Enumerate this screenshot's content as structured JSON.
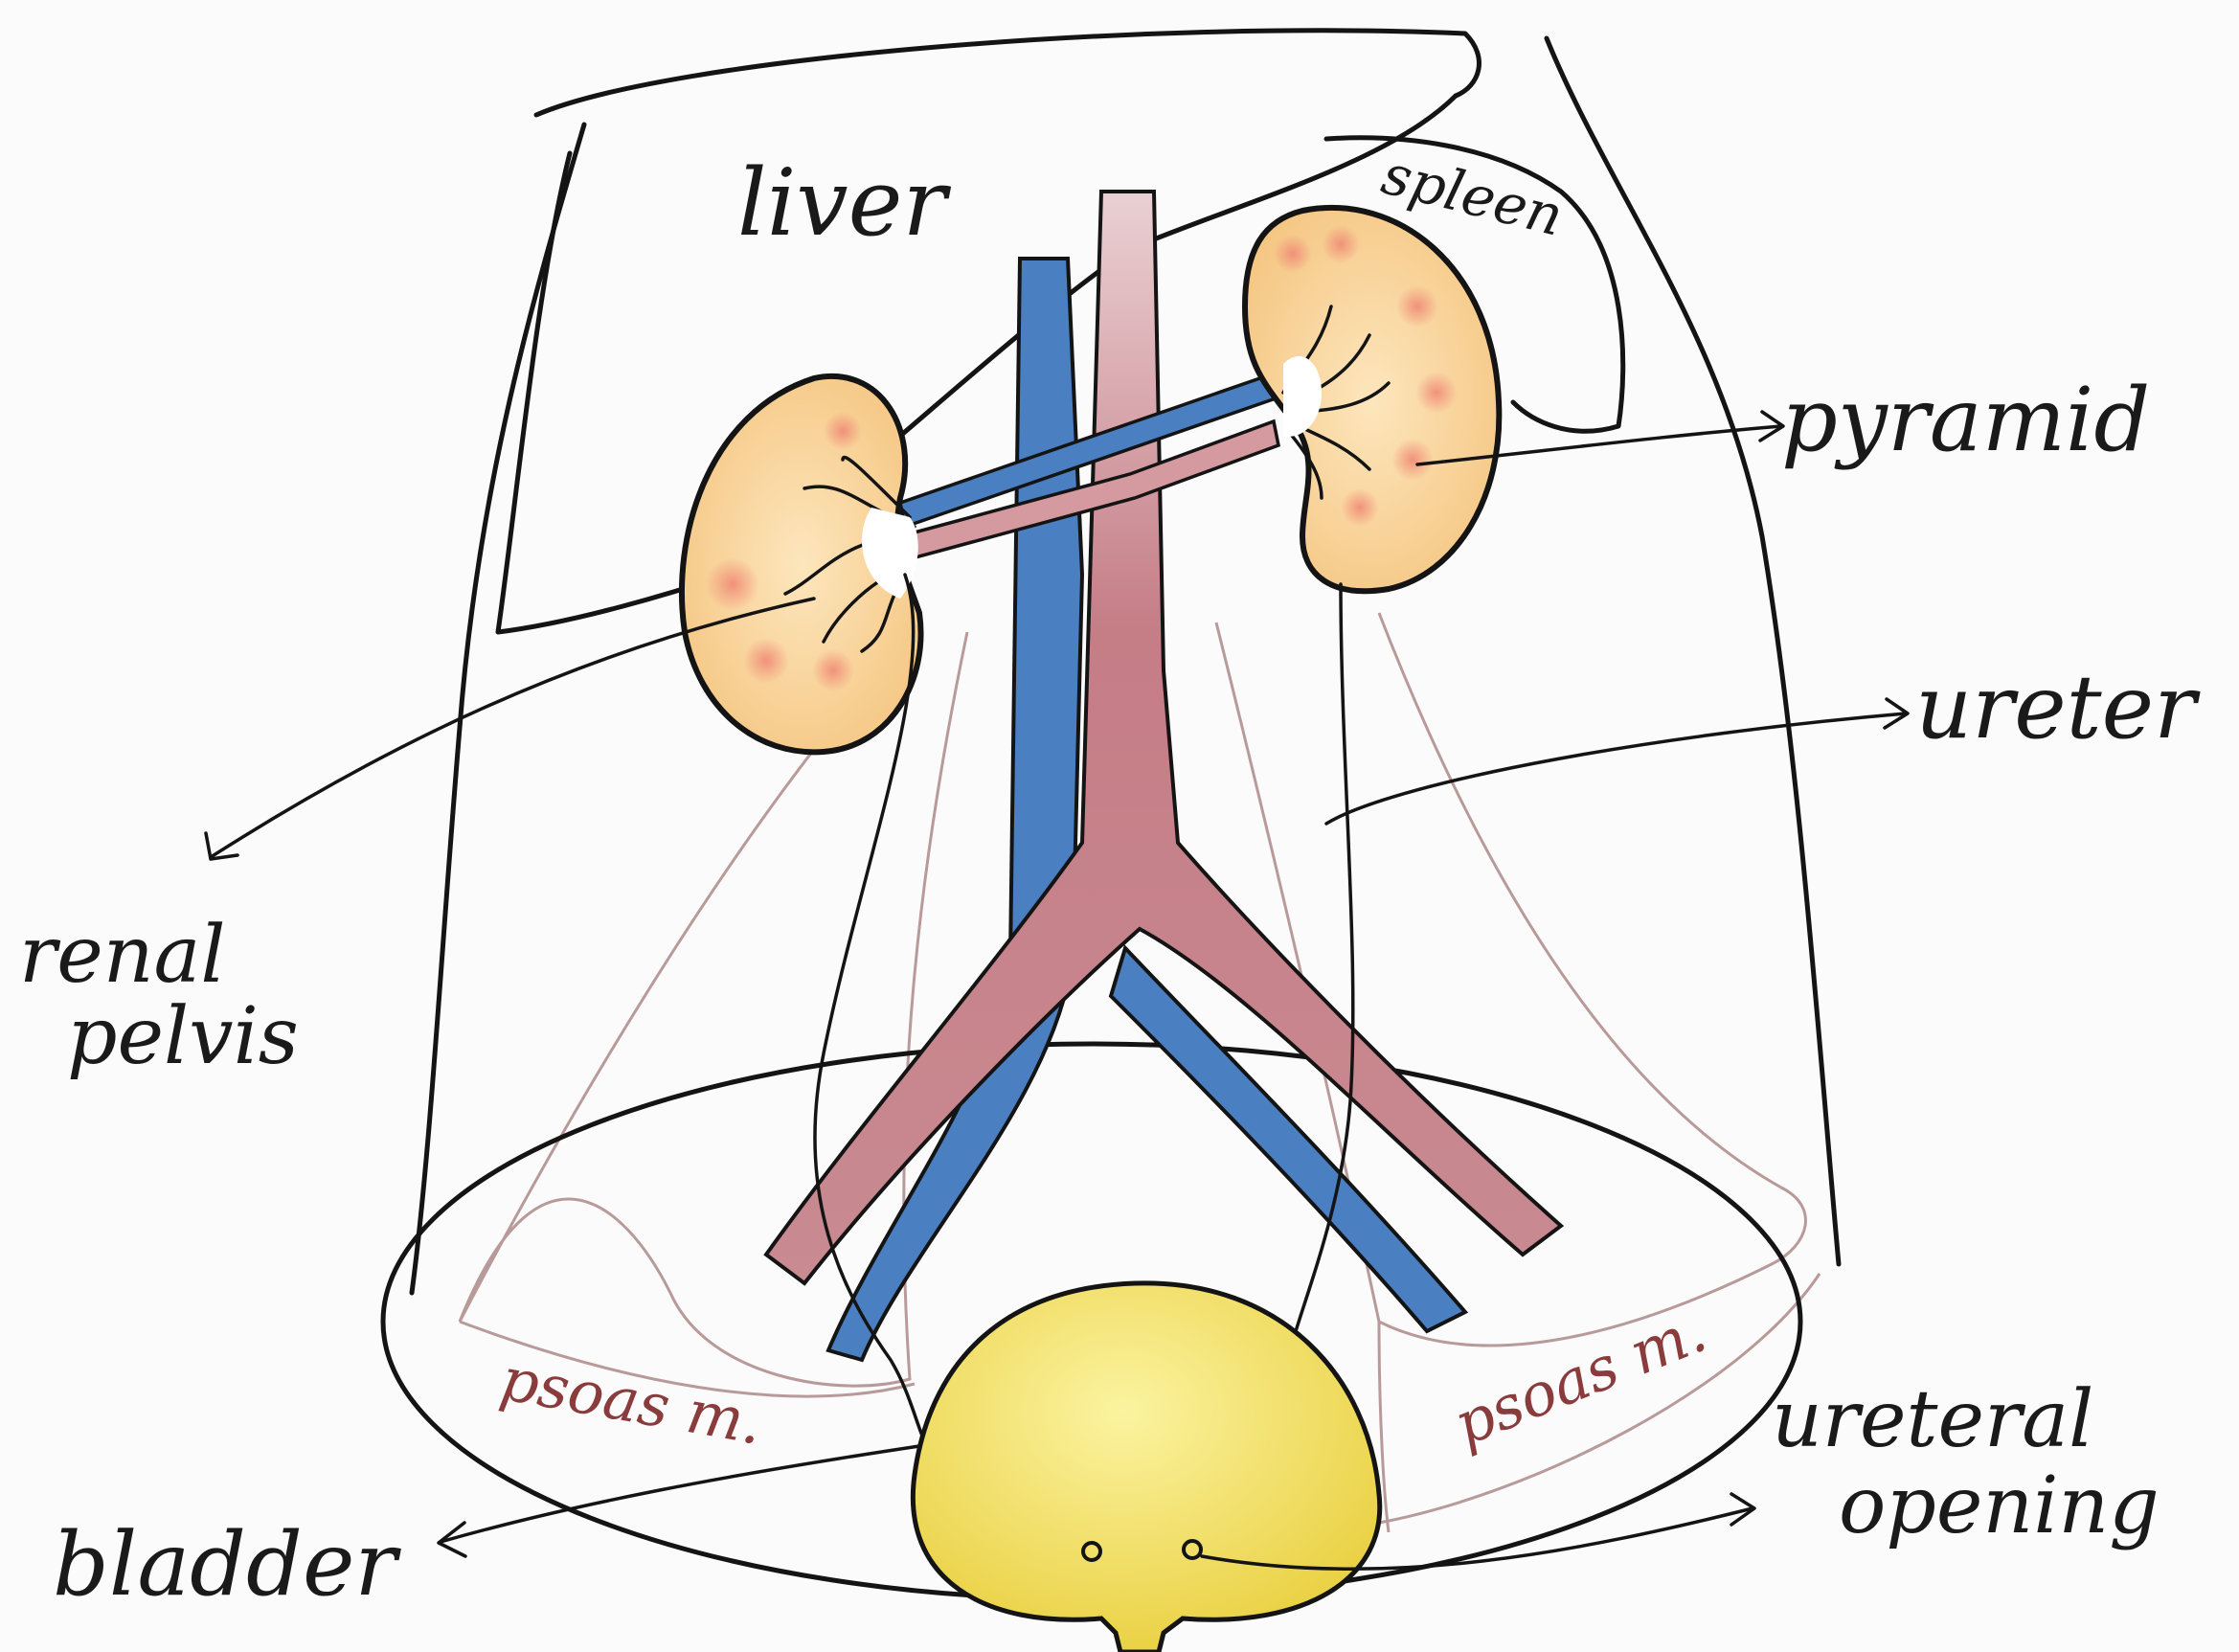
{
  "diagram": {
    "labels": {
      "liver": "liver",
      "spleen": "spleen",
      "pyramid": "pyramid",
      "ureter": "ureter",
      "renal_pelvis_line1": "renal",
      "renal_pelvis_line2": "pelvis",
      "psoas_left": "psoas m.",
      "psoas_right": "psoas m.",
      "bladder": "bladder",
      "ureteral_opening_line1": "ureteral",
      "ureteral_opening_line2": "opening"
    },
    "colors": {
      "ink": "#141414",
      "kidney_fill": "#f7cf93",
      "pyramid_spot": "#f29a86",
      "artery": "#c98a91",
      "vein": "#4a7fc1",
      "bladder": "#f3e06a",
      "psoas_outline": "#b99a9a",
      "psoas_text": "#8a3b3b"
    }
  }
}
